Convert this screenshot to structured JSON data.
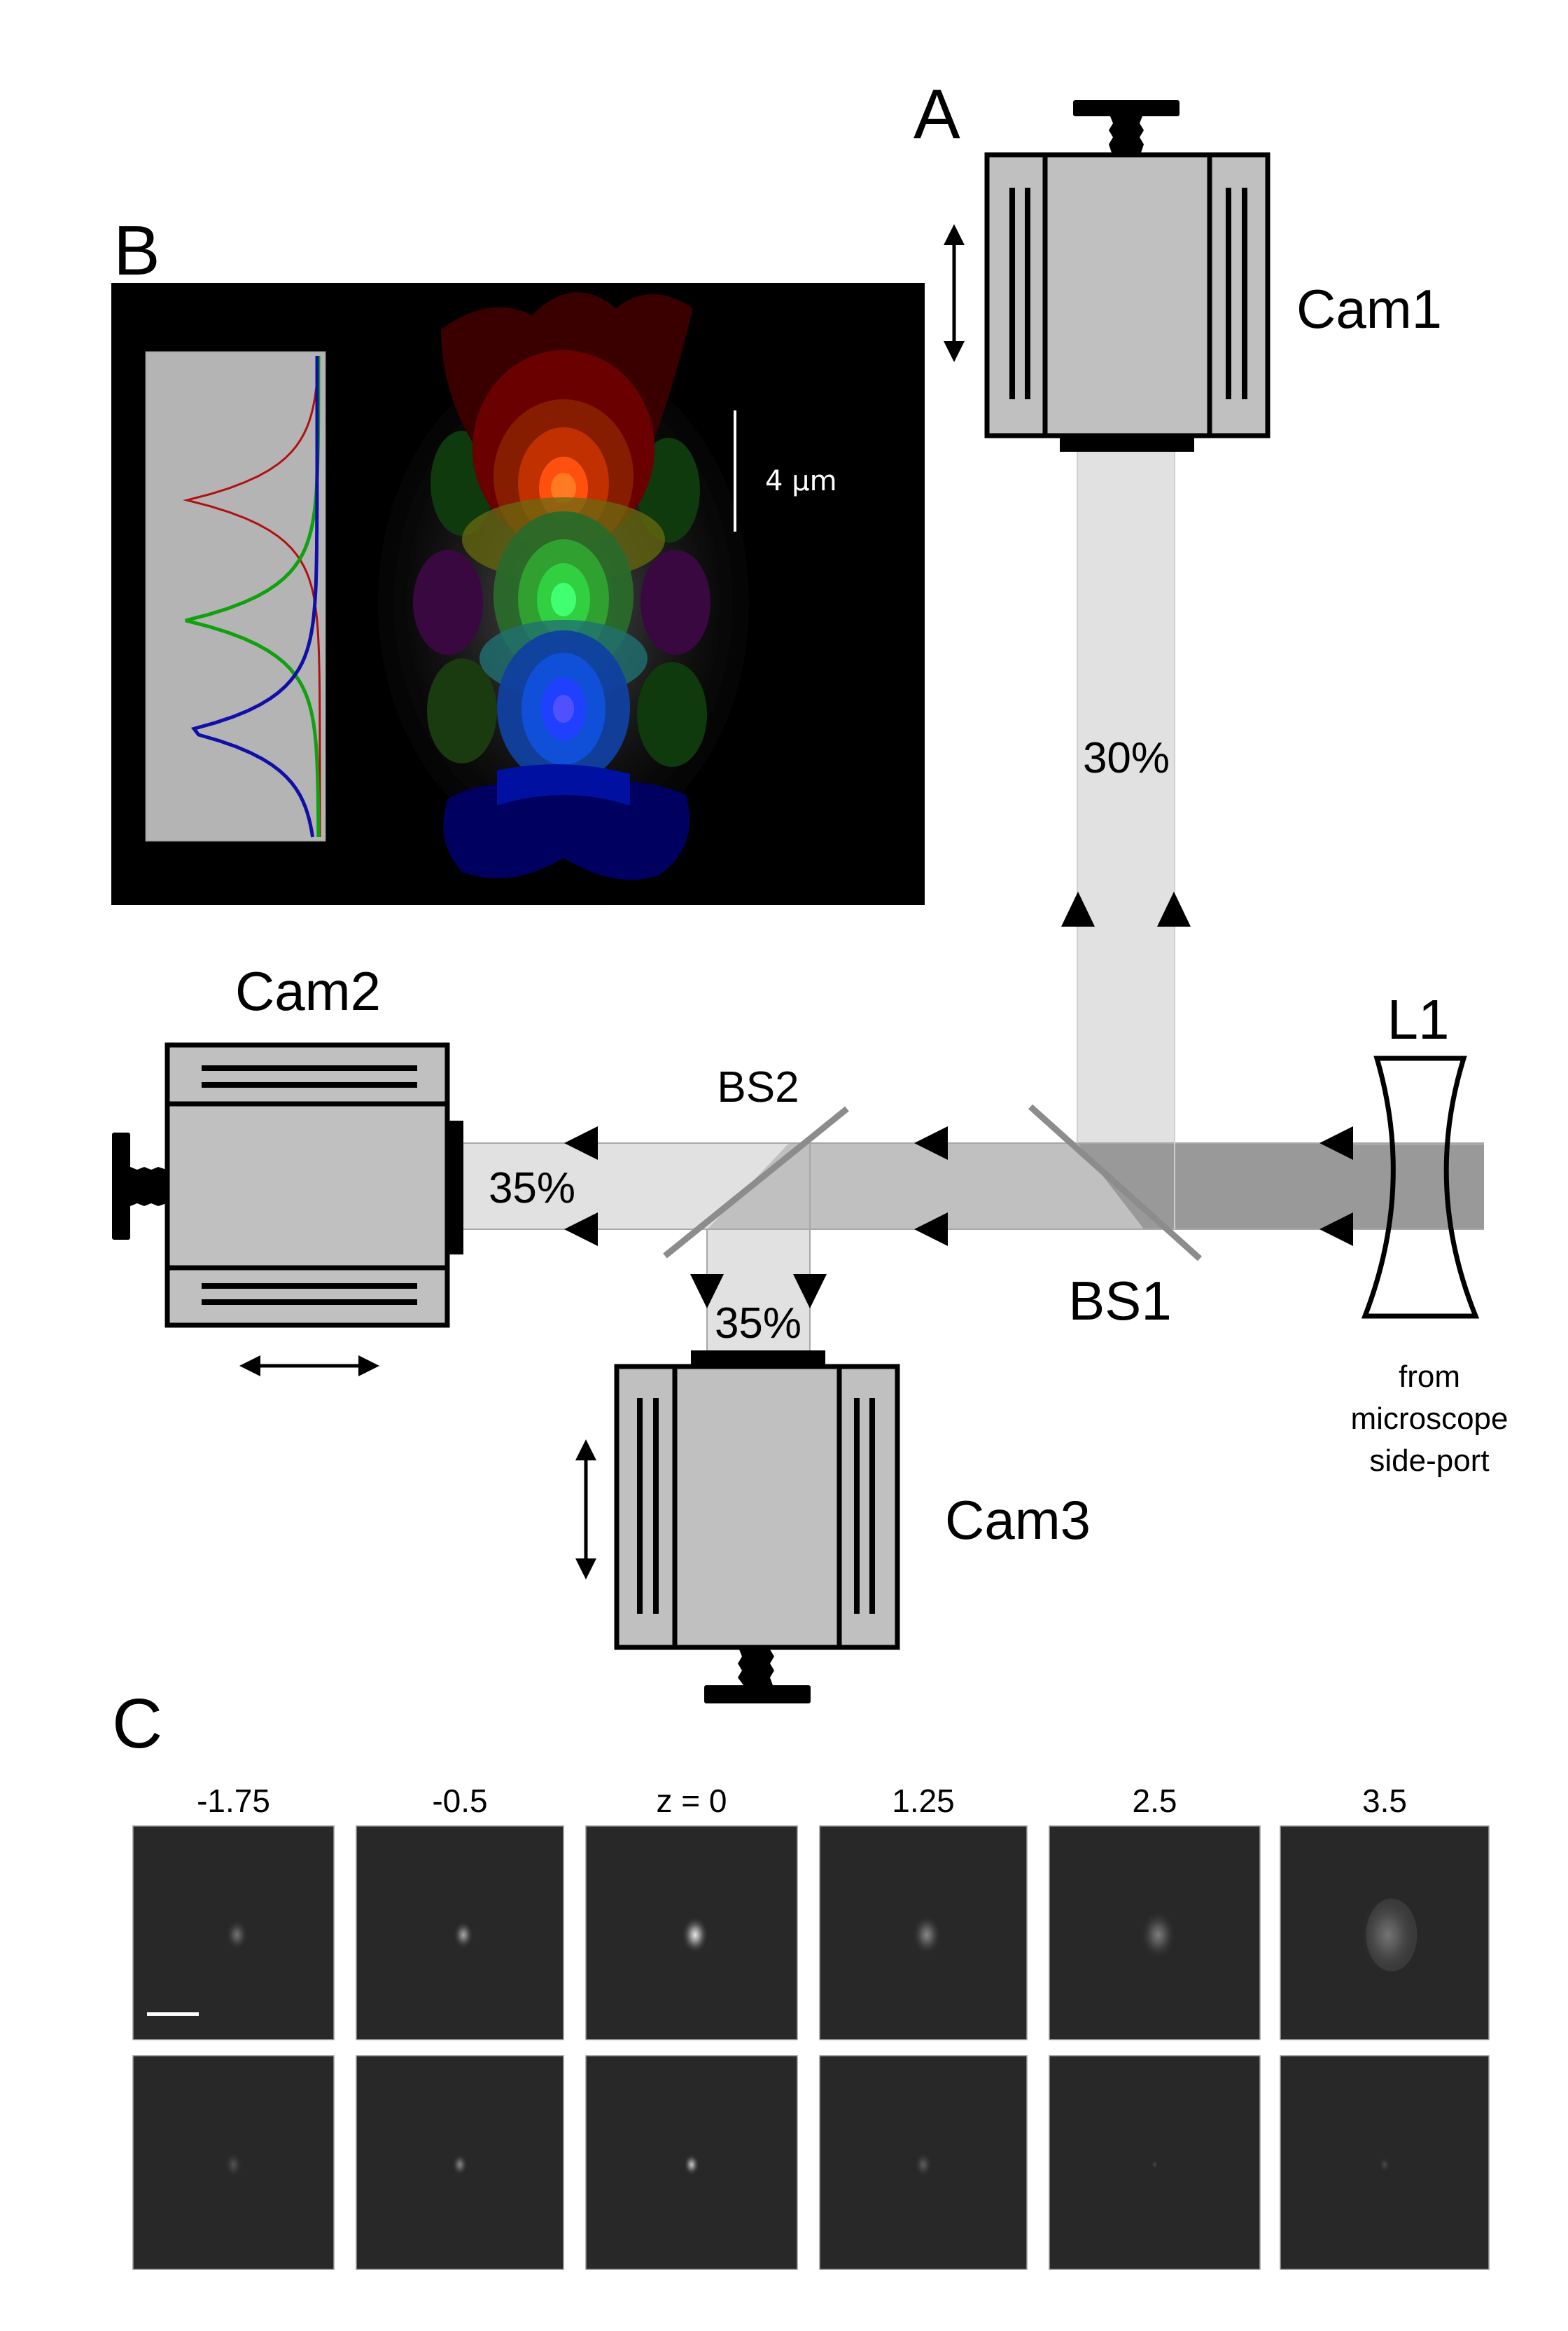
{
  "figure": {
    "panel_labels": {
      "a": "A",
      "b": "B",
      "c": "C"
    },
    "cameras": [
      {
        "id": "cam1",
        "label": "Cam1",
        "motion": "vertical"
      },
      {
        "id": "cam2",
        "label": "Cam2",
        "motion": "horizontal"
      },
      {
        "id": "cam3",
        "label": "Cam3",
        "motion": "vertical"
      }
    ],
    "beamsplitters": [
      {
        "id": "bs1",
        "label": "BS1"
      },
      {
        "id": "bs2",
        "label": "BS2"
      }
    ],
    "lens": {
      "label": "L1"
    },
    "source_lines": [
      "from",
      "microscope",
      "side-port"
    ],
    "beam_fractions": {
      "cam1": "30%",
      "cam2": "35%",
      "cam3": "35%"
    },
    "colors": {
      "beam_input": "#999999",
      "beam_mid": "#c0c0c0",
      "beam_out": "#e1e1e1",
      "splitter": "#8c8c8c",
      "camera_body": "#c0c0c0",
      "profile_red": "#b01010",
      "profile_green": "#10a010",
      "profile_blue": "#1010a8",
      "tile_bg": "#282828"
    }
  },
  "panel_b": {
    "scale_bar_label": "4 µm",
    "profile_traces": [
      {
        "name": "red",
        "peak_position": 0.3
      },
      {
        "name": "green",
        "peak_position": 0.55
      },
      {
        "name": "blue",
        "peak_position": 0.78
      }
    ],
    "spots": [
      {
        "name": "red-focus",
        "color": "#ff5a10"
      },
      {
        "name": "green-focus",
        "color": "#30ff60"
      },
      {
        "name": "blue-focus",
        "color": "#4040ff"
      }
    ]
  },
  "panel_c": {
    "z_labels": [
      "-1.75",
      "-0.5",
      "z = 0",
      "1.25",
      "2.5",
      "3.5"
    ],
    "rows": [
      {
        "name": "top-row",
        "spot_intensity": [
          0.35,
          0.6,
          0.9,
          0.45,
          0.4,
          0.3
        ],
        "spot_spread": [
          1.0,
          0.9,
          1.2,
          1.3,
          1.6,
          2.6
        ]
      },
      {
        "name": "bottom-row",
        "spot_intensity": [
          0.2,
          0.45,
          0.75,
          0.25,
          0.15,
          0.15
        ],
        "spot_spread": [
          0.8,
          0.7,
          0.7,
          0.8,
          0.3,
          0.5
        ]
      }
    ],
    "scale_bar_present": true
  }
}
